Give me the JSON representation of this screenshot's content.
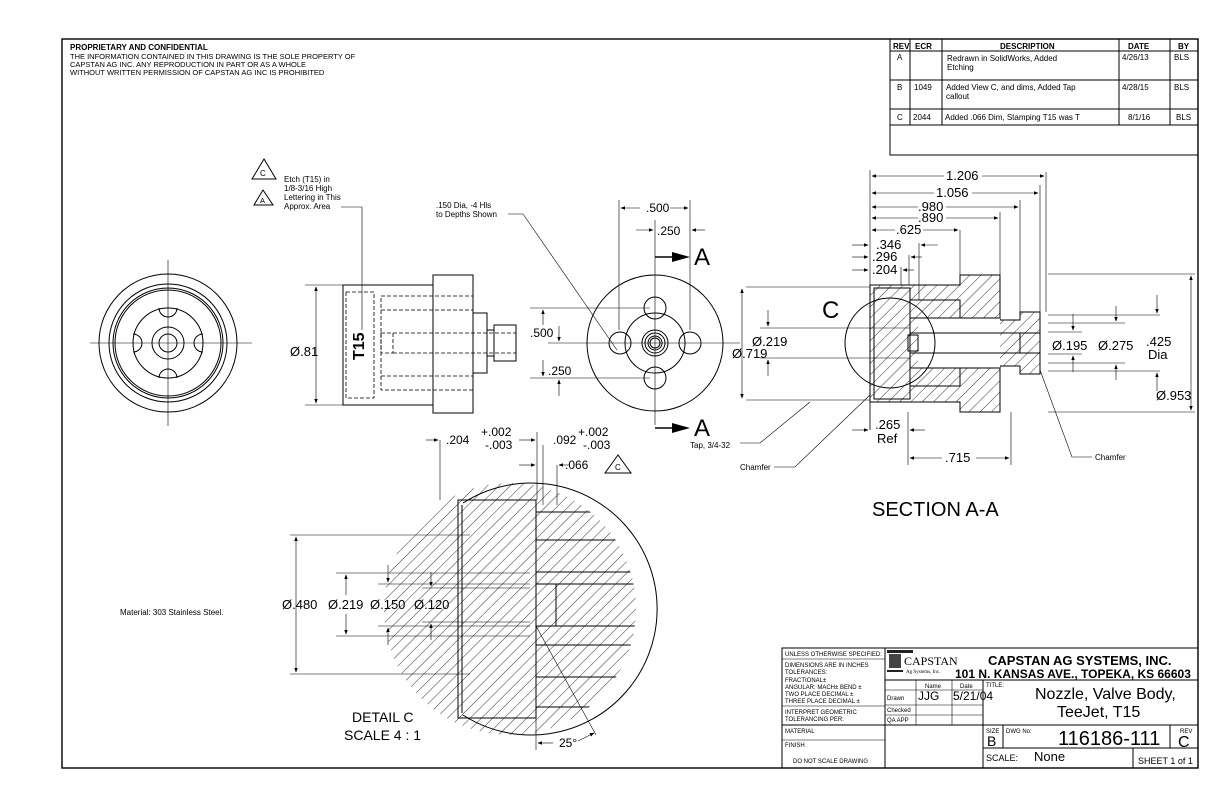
{
  "notice": {
    "heading": "PROPRIETARY AND CONFIDENTIAL",
    "lines": [
      "THE INFORMATION CONTAINED IN THIS DRAWING IS THE SOLE PROPERTY OF",
      "CAPSTAN AG INC. ANY REPRODUCTION IN PART OR AS A WHOLE",
      "WITHOUT WRITTEN PERMISSION OF CAPSTAN AG INC IS PROHIBITED"
    ]
  },
  "revisions": {
    "headers": [
      "REV",
      "ECR",
      "DESCRIPTION",
      "DATE",
      "BY"
    ],
    "rows": [
      {
        "rev": "A",
        "ecr": "",
        "desc1": "Redrawn in SolidWorks, Added",
        "desc2": "Etching",
        "date": "4/26/13",
        "by": "BLS"
      },
      {
        "rev": "B",
        "ecr": "1049",
        "desc1": "Added View C, and dims, Added Tap",
        "desc2": "callout",
        "date": "4/28/15",
        "by": "BLS"
      },
      {
        "rev": "C",
        "ecr": "2044",
        "desc1": "Added .066 Dim, Stamping T15 was T",
        "desc2": "",
        "date": "8/1/16",
        "by": "BLS"
      }
    ]
  },
  "notes": {
    "etch_rev_c": "C",
    "etch_rev_a": "A",
    "etch_lines": [
      "Etch (T15) in",
      "1/8-3/16 High",
      "Lettering in This",
      "Approx. Area"
    ],
    "holes_lines": [
      ".150 Dia, -4 Hls",
      "to Depths Shown"
    ],
    "tap": "Tap, 3/4-32",
    "chamfer_left": "Chamfer",
    "chamfer_right": "Chamfer",
    "material": "Material: 303 Stainless Steel.",
    "stamp_text": "T15"
  },
  "side_view": {
    "dia": "Ø.81"
  },
  "front_view": {
    "dim_500_h": ".500",
    "dim_250_h": ".250",
    "dim_500_v": ".500",
    "dim_250_v": ".250",
    "section_label": "A",
    "dia_219": "Ø.219",
    "dia_719": "Ø.719"
  },
  "section": {
    "title": "SECTION A-A",
    "detail_callout": "C",
    "dims_top": [
      "1.206",
      "1.056",
      ".980",
      ".890",
      ".625",
      ".346",
      ".296",
      ".204"
    ],
    "dia_195": "Ø.195",
    "dia_275": "Ø.275",
    "dia_425": ".425",
    "dia_425_suffix": "Dia",
    "dia_953": "Ø.953",
    "ref_265": ".265",
    "ref_label": "Ref",
    "dim_715": ".715"
  },
  "detail": {
    "title": "DETAIL C",
    "scale": "SCALE 4 : 1",
    "dim_204": ".204",
    "tol_plus": "+.002",
    "tol_minus": "-.003",
    "dim_092": ".092",
    "dim_066": ".066",
    "rev_tag": "C",
    "dia_480": "Ø.480",
    "dia_219": "Ø.219",
    "dia_150": "Ø.150",
    "dia_120": "Ø.120",
    "angle": "25°"
  },
  "title_block": {
    "unless": "UNLESS OTHERWISE SPECIFIED:",
    "dims_in": "DIMENSIONS ARE IN INCHES",
    "tolerances": "TOLERANCES:",
    "fractional": "FRACTIONAL±",
    "angular": "ANGULAR: MACH±   BEND ±",
    "two_place": "TWO PLACE DECIMAL   ±",
    "three_place": "THREE PLACE DECIMAL  ±",
    "interpret1": "INTERPRET GEOMETRIC",
    "interpret2": "TOLERANCING PER:",
    "material": "MATERIAL",
    "finish": "FINISH",
    "no_scale": "DO NOT SCALE DRAWING",
    "logo_name": "CAPSTAN",
    "logo_sub": "Ag Systems, Inc.",
    "col_name": "Name",
    "col_date": "Date",
    "drawn_label": "Drawn",
    "drawn_name": "JJG",
    "drawn_date": "5/21/04",
    "checked_label": "Checked",
    "qa_label": "QA APP",
    "company": "CAPSTAN AG SYSTEMS, INC.",
    "address": "101 N. KANSAS AVE., TOPEKA, KS 66603",
    "title_label": "TITLE:",
    "title1": "Nozzle, Valve Body,",
    "title2": "TeeJet, T15",
    "size_label": "SIZE",
    "size": "B",
    "dwg_label": "DWG No:",
    "dwg_no": "116186-111",
    "rev_label": "REV",
    "rev": "C",
    "scale_label": "SCALE:",
    "scale": "None",
    "sheet": "SHEET 1 of 1"
  }
}
